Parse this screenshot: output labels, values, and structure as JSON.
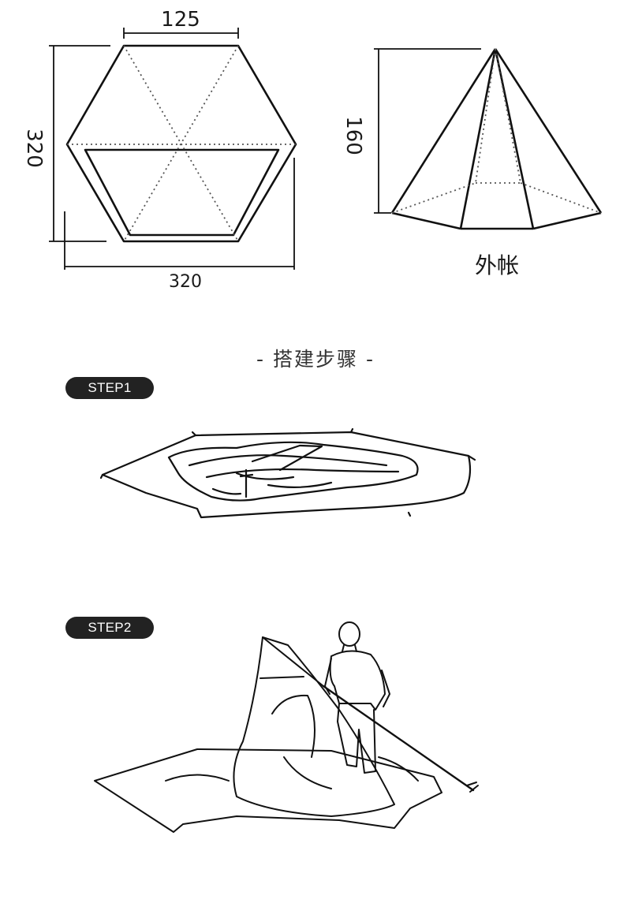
{
  "hexagon_plan": {
    "top_edge_label": "125",
    "height_label": "320",
    "width_label": "320"
  },
  "pyramid_view": {
    "height_label": "160",
    "caption": "外帐"
  },
  "setup": {
    "title": "- 搭建步骤 -",
    "steps": [
      {
        "label": "STEP1"
      },
      {
        "label": "STEP2"
      }
    ]
  }
}
